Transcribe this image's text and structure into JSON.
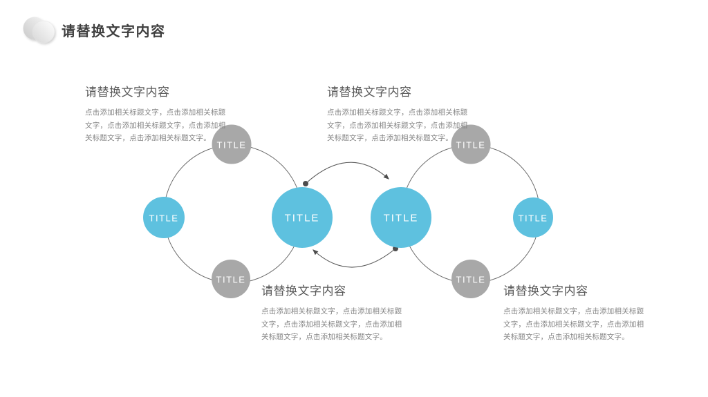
{
  "header": {
    "title": "请替换文字内容",
    "logo_icon": "overlapping-circles"
  },
  "colors": {
    "background": "#ffffff",
    "accent_blue": "#5ec1df",
    "node_gray": "#a8a8a8",
    "ring_line": "#6f6f6f",
    "connector_dark": "#4d4d4d",
    "title_dark": "#3f3f3f",
    "heading_gray": "#595959",
    "body_gray": "#848484"
  },
  "text_blocks": {
    "top_left": {
      "heading": "请替换文字内容",
      "lines": [
        "点击添加相关标题文字，点击添加相关标题",
        "文字，点击添加相关标题文字，点击添加相",
        "关标题文字，点击添加相关标题文字。"
      ]
    },
    "top_right": {
      "heading": "请替换文字内容",
      "lines": [
        "点击添加相关标题文字，点击添加相关标题",
        "文字，点击添加相关标题文字，点击添加相",
        "关标题文字，点击添加相关标题文字。"
      ]
    },
    "bottom_center": {
      "heading": "请替换文字内容",
      "lines": [
        "点击添加相关标题文字，点击添加相关标题",
        "文字，点击添加相关标题文字，点击添加相",
        "关标题文字，点击添加相关标题文字。"
      ]
    },
    "bottom_right": {
      "heading": "请替换文字内容",
      "lines": [
        "点击添加相关标题文字，点击添加相关标题",
        "文字，点击添加相关标题文字，点击添加相",
        "关标题文字，点击添加相关标题文字。"
      ]
    }
  },
  "diagram": {
    "description": "two linked orbit cycles with TITLE nodes",
    "nodes": [
      {
        "id": "left-top",
        "label": "TITLE",
        "color": "gray"
      },
      {
        "id": "left-west",
        "label": "TITLE",
        "color": "blue"
      },
      {
        "id": "left-bottom",
        "label": "TITLE",
        "color": "gray"
      },
      {
        "id": "left-hub",
        "label": "TITLE",
        "color": "blue"
      },
      {
        "id": "right-top",
        "label": "TITLE",
        "color": "gray"
      },
      {
        "id": "right-east",
        "label": "TITLE",
        "color": "blue"
      },
      {
        "id": "right-bottom",
        "label": "TITLE",
        "color": "gray"
      },
      {
        "id": "right-hub",
        "label": "TITLE",
        "color": "blue"
      }
    ]
  }
}
